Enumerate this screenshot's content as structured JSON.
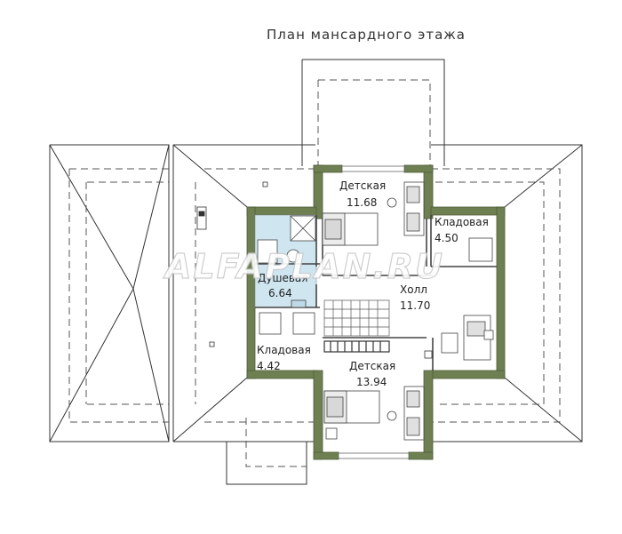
{
  "title": "План мансардного этажа",
  "watermark": "ALFAPLAN.RU",
  "rooms": [
    {
      "name": "Детская",
      "area": "11.68"
    },
    {
      "name": "Кладовая",
      "area": "4.50"
    },
    {
      "name": "Душевая",
      "area": "6.64"
    },
    {
      "name": "Холл",
      "area": "11.70"
    },
    {
      "name": "Кладовая",
      "area": "4.42"
    },
    {
      "name": "Детская",
      "area": "13.94"
    }
  ],
  "colors": {
    "wall": "#6e7f52",
    "wall_dark": "#4f5d3a",
    "shower_tile": "#cfe6f1",
    "line": "#333333",
    "dash": "#555555"
  }
}
